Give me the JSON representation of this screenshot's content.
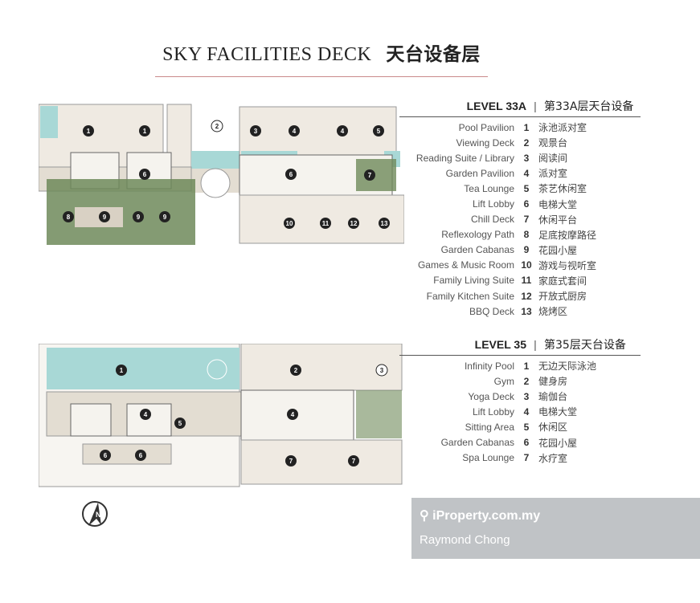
{
  "title": {
    "en": "SKY FACILITIES DECK",
    "zh": "天台设备层"
  },
  "level33a": {
    "heading_en": "LEVEL 33A",
    "sep": "|",
    "heading_zh": "第33A层天台设备",
    "items": [
      {
        "en": "Pool Pavilion",
        "n": "1",
        "zh": "泳池派对室"
      },
      {
        "en": "Viewing Deck",
        "n": "2",
        "zh": "观景台"
      },
      {
        "en": "Reading Suite / Library",
        "n": "3",
        "zh": "阅读间"
      },
      {
        "en": "Garden Pavilion",
        "n": "4",
        "zh": "派对室"
      },
      {
        "en": "Tea Lounge",
        "n": "5",
        "zh": "茶艺休闲室"
      },
      {
        "en": "Lift Lobby",
        "n": "6",
        "zh": "电梯大堂"
      },
      {
        "en": "Chill Deck",
        "n": "7",
        "zh": "休闲平台"
      },
      {
        "en": "Reflexology Path",
        "n": "8",
        "zh": "足底按摩路径"
      },
      {
        "en": "Garden Cabanas",
        "n": "9",
        "zh": "花园小屋"
      },
      {
        "en": "Games & Music Room",
        "n": "10",
        "zh": "游戏与视听室"
      },
      {
        "en": "Family Living Suite",
        "n": "11",
        "zh": "家庭式套间"
      },
      {
        "en": "Family Kitchen Suite",
        "n": "12",
        "zh": "开放式厨房"
      },
      {
        "en": "BBQ Deck",
        "n": "13",
        "zh": "烧烤区"
      }
    ]
  },
  "level35": {
    "heading_en": "LEVEL 35",
    "sep": "|",
    "heading_zh": "第35层天台设备",
    "items": [
      {
        "en": "Infinity Pool",
        "n": "1",
        "zh": "无边天际泳池"
      },
      {
        "en": "Gym",
        "n": "2",
        "zh": "健身房"
      },
      {
        "en": "Yoga Deck",
        "n": "3",
        "zh": "瑜伽台"
      },
      {
        "en": "Lift Lobby",
        "n": "4",
        "zh": "电梯大堂"
      },
      {
        "en": "Sitting Area",
        "n": "5",
        "zh": "休闲区"
      },
      {
        "en": "Garden Cabanas",
        "n": "6",
        "zh": "花园小屋"
      },
      {
        "en": "Spa Lounge",
        "n": "7",
        "zh": "水疗室"
      }
    ]
  },
  "watermark": {
    "site": "iProperty.com.my",
    "agent": "Raymond Chong"
  },
  "compass": {
    "label": "N"
  },
  "colors": {
    "pool": "#a8d8d6",
    "garden": "#6f8a5a",
    "floor": "#e8e0d4",
    "rule": "#c9898b"
  }
}
